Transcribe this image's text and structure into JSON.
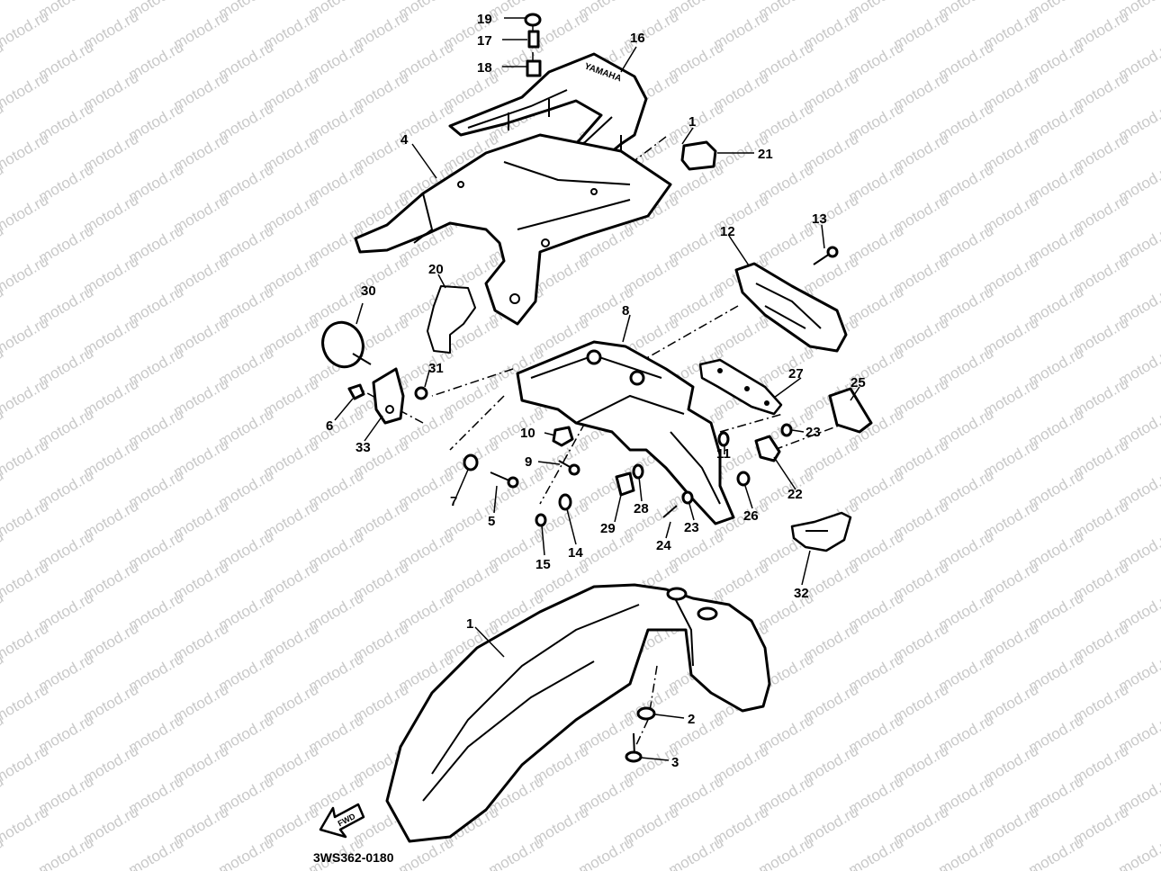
{
  "watermark": "motod.ru",
  "drawing_code": "3WS362-0180",
  "fwd_label": "FWD",
  "rack_logo": "YAMAHA",
  "callouts": {
    "c1_top": "1",
    "c1": "1",
    "c2": "2",
    "c3": "3",
    "c4": "4",
    "c5": "5",
    "c6": "6",
    "c7": "7",
    "c8": "8",
    "c9": "9",
    "c10": "10",
    "c11": "11",
    "c12": "12",
    "c13": "13",
    "c14": "14",
    "c15": "15",
    "c16": "16",
    "c17": "17",
    "c18": "18",
    "c19": "19",
    "c20": "20",
    "c21": "21",
    "c22": "22",
    "c23a": "23",
    "c23b": "23",
    "c24": "24",
    "c25": "25",
    "c26": "26",
    "c27": "27",
    "c28": "28",
    "c29": "29",
    "c30": "30",
    "c31": "31",
    "c32": "32",
    "c33": "33"
  }
}
